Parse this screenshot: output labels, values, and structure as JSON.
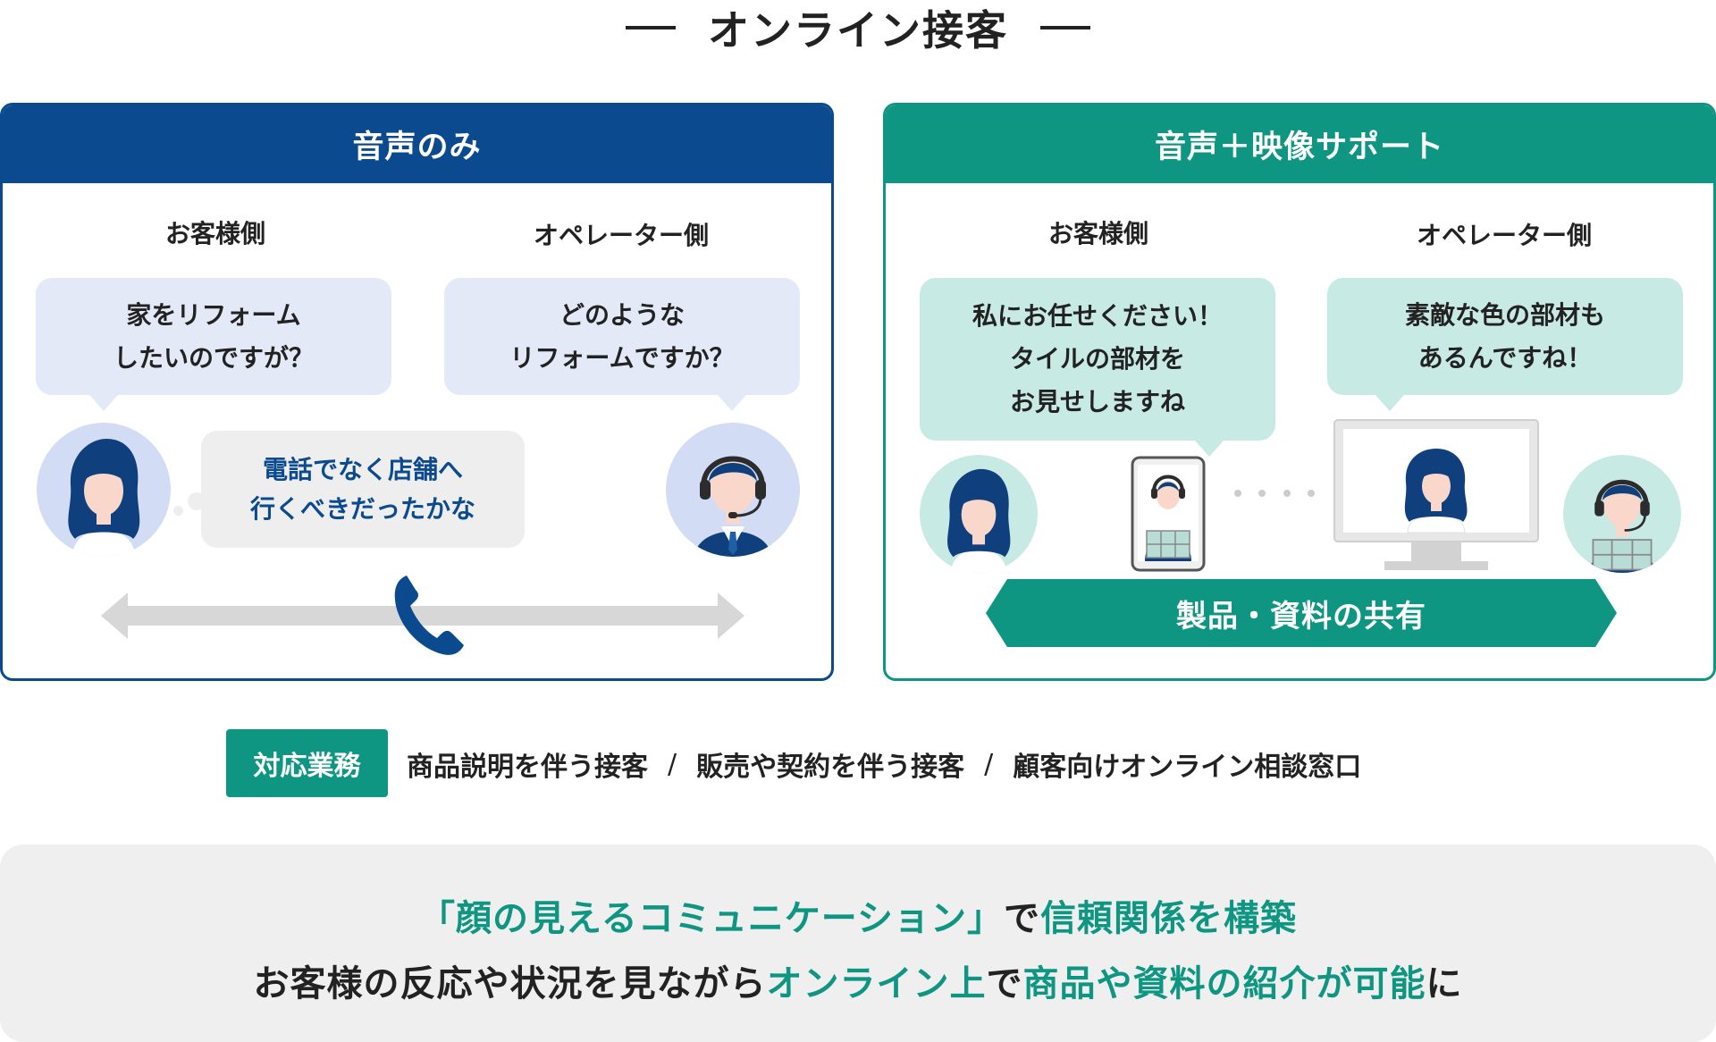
{
  "title": "オンライン接客",
  "panels": {
    "voice": {
      "heading": "音声のみ",
      "customer_label": "お客様側",
      "operator_label": "オペレーター側",
      "customer_bubble": [
        "家をリフォーム",
        "したいのですが？"
      ],
      "operator_bubble": [
        "どのような",
        "リフォームですか？"
      ],
      "thought": [
        "電話でなく店舗へ",
        "行くべきだったかな"
      ]
    },
    "video": {
      "heading": "音声＋映像サポート",
      "customer_label": "お客様側",
      "operator_label": "オペレーター側",
      "customer_bubble": [
        "私にお任せください！",
        "タイルの部材を",
        "お見せしますね"
      ],
      "operator_bubble": [
        "素敵な色の部材も",
        "あるんですね！"
      ],
      "share_label": "製品・資料の共有"
    }
  },
  "services": {
    "label": "対応業務",
    "items": [
      "商品説明を伴う接客",
      "販売や契約を伴う接客",
      "顧客向けオンライン相談窓口"
    ],
    "separator": "/"
  },
  "summary": {
    "line1": [
      {
        "text": "「顔の見えるコミュニケーション」",
        "style": "teal"
      },
      {
        "text": "で",
        "style": "dark"
      },
      {
        "text": "信頼関係を構築",
        "style": "teal"
      }
    ],
    "line2": [
      {
        "text": "お客様の反応や状況を見ながら",
        "style": "dark"
      },
      {
        "text": "オンライン上",
        "style": "teal"
      },
      {
        "text": "で",
        "style": "dark"
      },
      {
        "text": "商品や資料の紹介が可能",
        "style": "teal"
      },
      {
        "text": "に",
        "style": "dark"
      }
    ]
  },
  "colors": {
    "navy": "#0b4a8f",
    "teal": "#0e9683",
    "bubble_blue": "#e4e9f8",
    "bubble_teal": "#c8eae5",
    "gray_fill": "#eeeeee"
  }
}
